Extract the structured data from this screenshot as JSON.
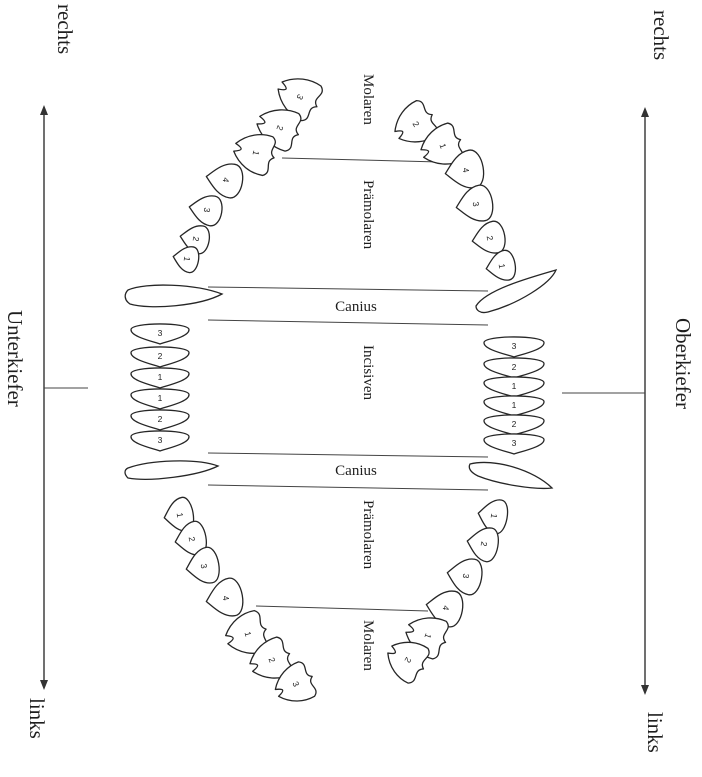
{
  "labels": {
    "lower_jaw": "Unterkiefer",
    "upper_jaw": "Oberkiefer",
    "right": "rechts",
    "left": "links",
    "molars": "Molaren",
    "premolars": "Prämolaren",
    "canine": "Canius",
    "incisors": "Incisiven"
  },
  "lower_jaw": {
    "top_arch_tooth_numbers": [
      "3",
      "2",
      "1",
      "4",
      "3",
      "2",
      "1"
    ],
    "incisor_numbers": [
      "3",
      "2",
      "1",
      "1",
      "2",
      "3"
    ],
    "bottom_arch_tooth_numbers": [
      "1",
      "2",
      "3",
      "4",
      "1",
      "2",
      "3"
    ]
  },
  "upper_jaw": {
    "top_arch_tooth_numbers": [
      "2",
      "1",
      "4",
      "3",
      "2",
      "1"
    ],
    "incisor_numbers": [
      "3",
      "2",
      "1",
      "1",
      "2",
      "3"
    ],
    "bottom_arch_tooth_numbers": [
      "1",
      "2",
      "3",
      "4",
      "1",
      "2"
    ]
  },
  "colors": {
    "ink": "#262626",
    "background": "#ffffff"
  }
}
